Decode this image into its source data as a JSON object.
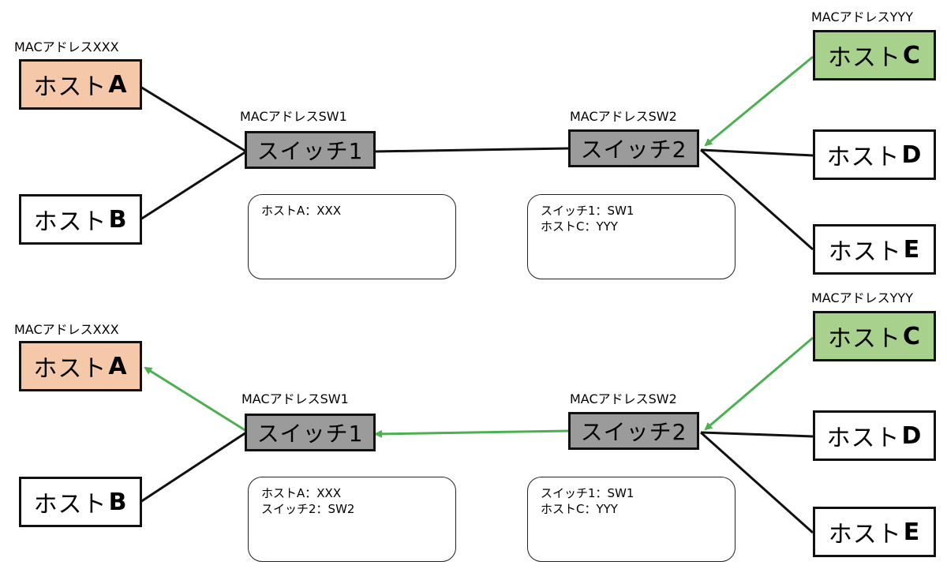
{
  "colors": {
    "host_a": "#f4c8a8",
    "host_c": "#a9d18e",
    "switch": "#9b9b9b",
    "arrow": "#4caf50",
    "line": "#111111"
  },
  "top": {
    "host_a": {
      "prefix": "ホスト",
      "letter": "A",
      "mac": "MACアドレスXXX"
    },
    "host_b": {
      "prefix": "ホスト",
      "letter": "B"
    },
    "host_c": {
      "prefix": "ホスト",
      "letter": "C",
      "mac": "MACアドレスYYY"
    },
    "host_d": {
      "prefix": "ホスト",
      "letter": "D"
    },
    "host_e": {
      "prefix": "ホスト",
      "letter": "E"
    },
    "switch1": {
      "label": "スイッチ1",
      "mac": "MACアドレスSW1",
      "table": [
        "ホストA：XXX"
      ]
    },
    "switch2": {
      "label": "スイッチ2",
      "mac": "MACアドレスSW2",
      "table": [
        "スイッチ1：SW1",
        "ホストC：YYY"
      ]
    }
  },
  "bottom": {
    "host_a": {
      "prefix": "ホスト",
      "letter": "A",
      "mac": "MACアドレスXXX"
    },
    "host_b": {
      "prefix": "ホスト",
      "letter": "B"
    },
    "host_c": {
      "prefix": "ホスト",
      "letter": "C",
      "mac": "MACアドレスYYY"
    },
    "host_d": {
      "prefix": "ホスト",
      "letter": "D"
    },
    "host_e": {
      "prefix": "ホスト",
      "letter": "E"
    },
    "switch1": {
      "label": "スイッチ1",
      "mac": "MACアドレスSW1",
      "table": [
        "ホストA：XXX",
        "スイッチ2：SW2"
      ]
    },
    "switch2": {
      "label": "スイッチ2",
      "mac": "MACアドレスSW2",
      "table": [
        "スイッチ1：SW1",
        "ホストC：YYY"
      ]
    }
  }
}
